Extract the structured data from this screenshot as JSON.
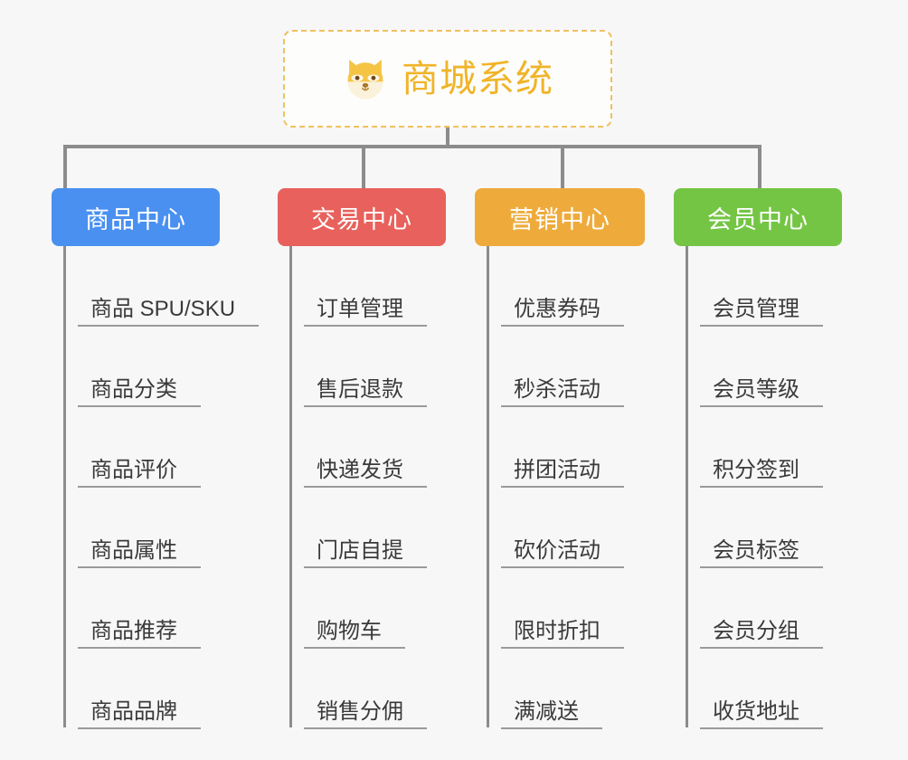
{
  "background_color": "#f7f7f7",
  "root": {
    "title": "商城系统",
    "icon": "shiba-dog-face-icon",
    "text_color": "#f0b429",
    "border_color": "#f0c060"
  },
  "branches": [
    {
      "label": "商品中心",
      "color": "#4a90f0",
      "items": [
        "商品 SPU/SKU",
        "商品分类",
        "商品评价",
        "商品属性",
        "商品推荐",
        "商品品牌"
      ]
    },
    {
      "label": "交易中心",
      "color": "#e8615c",
      "items": [
        "订单管理",
        "售后退款",
        "快递发货",
        "门店自提",
        "购物车",
        "销售分佣"
      ]
    },
    {
      "label": "营销中心",
      "color": "#eeab3c",
      "items": [
        "优惠券码",
        "秒杀活动",
        "拼团活动",
        "砍价活动",
        "限时折扣",
        "满减送"
      ]
    },
    {
      "label": "会员中心",
      "color": "#74c544",
      "items": [
        "会员管理",
        "会员等级",
        "积分签到",
        "会员标签",
        "会员分组",
        "收货地址"
      ]
    }
  ],
  "connector_color": "#8c8c8c"
}
